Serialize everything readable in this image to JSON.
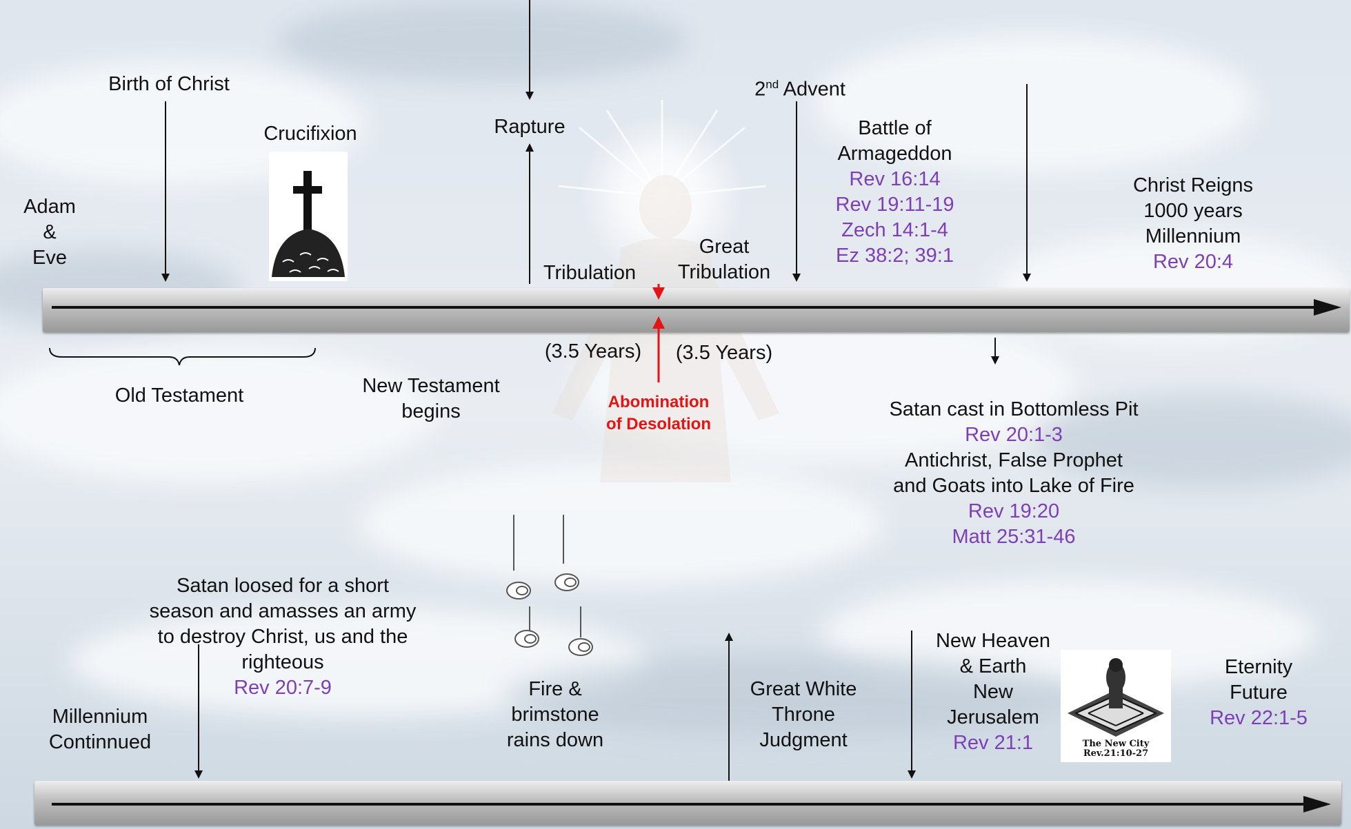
{
  "colors": {
    "reference": "#7d3fb5",
    "warning": "#e41414",
    "bar": "#b5b5b5"
  },
  "top_timeline": {
    "adam_eve": [
      "Adam",
      "&",
      "Eve"
    ],
    "birth_of_christ": "Birth of Christ",
    "crucifixion": "Crucifixion",
    "old_testament": "Old Testament",
    "new_testament": [
      "New Testament",
      "begins"
    ],
    "rapture": "Rapture",
    "tribulation": "Tribulation",
    "tribulation_years": "(3.5 Years)",
    "great_tribulation": [
      "Great",
      "Tribulation"
    ],
    "great_tribulation_years": "(3.5 Years)",
    "abomination": [
      "Abomination",
      "of Desolation"
    ],
    "second_advent": {
      "number": "2",
      "superscript": "nd",
      "text": " Advent"
    },
    "armageddon": {
      "title": [
        "Battle of",
        "Armageddon"
      ],
      "refs": [
        "Rev 16:14",
        "Rev 19:11-19",
        "Zech 14:1-4",
        "Ez 38:2; 39:1"
      ]
    },
    "christ_reigns": {
      "lines": [
        "Christ Reigns",
        "1000 years",
        "Millennium"
      ],
      "ref": "Rev 20:4"
    },
    "satan_cast": {
      "title": "Satan cast in Bottomless Pit",
      "ref1": "Rev 20:1-3",
      "text": [
        "Antichrist, False Prophet",
        "and Goats into Lake of Fire"
      ],
      "ref2": "Rev 19:20",
      "ref3": "Matt 25:31-46"
    }
  },
  "bottom_timeline": {
    "millennium_continued": [
      "Millennium",
      "Continnued"
    ],
    "satan_loosed": {
      "lines": [
        "Satan loosed for a short",
        "season and amasses an army",
        "to destroy Christ, us and the",
        "righteous"
      ],
      "ref": "Rev 20:7-9"
    },
    "fire": [
      "Fire &",
      "brimstone",
      "rains down"
    ],
    "great_white_throne": [
      "Great White",
      "Throne",
      "Judgment"
    ],
    "new_heaven": {
      "lines": [
        "New Heaven",
        "& Earth",
        "New",
        "Jerusalem"
      ],
      "ref": "Rev 21:1"
    },
    "new_city_caption": [
      "The New City",
      "Rev.21:10-27"
    ],
    "eternity": {
      "lines": [
        "Eternity",
        "Future"
      ],
      "ref": "Rev 22:1-5"
    }
  }
}
